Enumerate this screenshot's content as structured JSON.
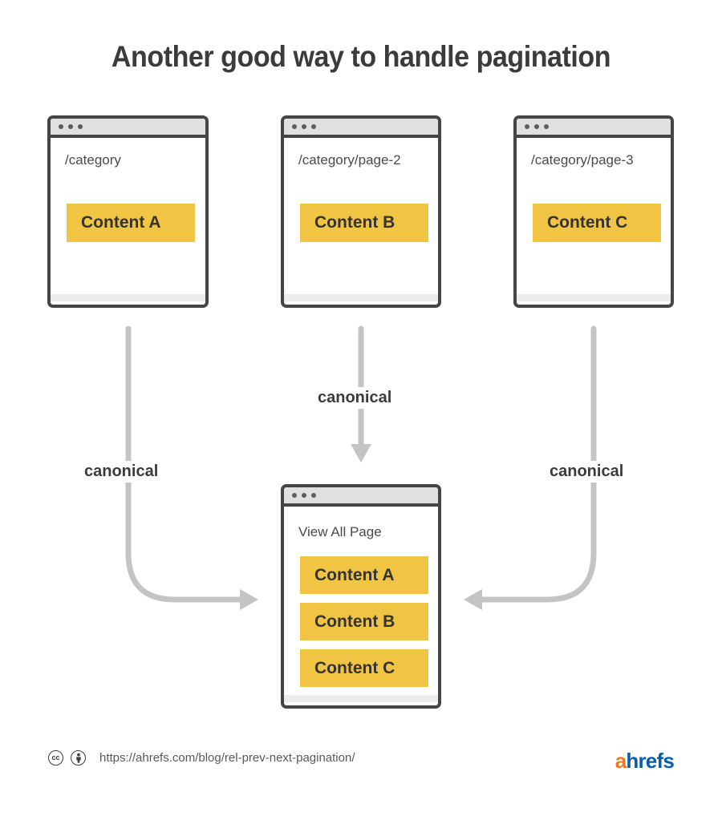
{
  "title": "Another good way to handle pagination",
  "colors": {
    "content_block": "#f1c443",
    "window_border": "#454545",
    "titlebar": "#e0e0e0",
    "arrow": "#c4c4c4",
    "brand_orange": "#f2761a",
    "brand_blue": "#0a5ea8"
  },
  "windows": [
    {
      "id": "win-a",
      "url": "/category",
      "blocks": [
        "Content A"
      ]
    },
    {
      "id": "win-b",
      "url": "/category/page-2",
      "blocks": [
        "Content B"
      ]
    },
    {
      "id": "win-c",
      "url": "/category/page-3",
      "blocks": [
        "Content C"
      ]
    }
  ],
  "view_all_window": {
    "id": "win-all",
    "url": "View All Page",
    "blocks": [
      "Content A",
      "Content B",
      "Content C"
    ]
  },
  "arrows": [
    {
      "id": "arrow-left",
      "label": "canonical",
      "direction": "down-then-right"
    },
    {
      "id": "arrow-middle",
      "label": "canonical",
      "direction": "down"
    },
    {
      "id": "arrow-right",
      "label": "canonical",
      "direction": "down-then-left"
    }
  ],
  "footer": {
    "license_icons": [
      "cc-icon",
      "cc-by-person-icon"
    ],
    "cc_text": "cc",
    "url": "https://ahrefs.com/blog/rel-prev-next-pagination/",
    "brand": {
      "first": "a",
      "rest": "hrefs"
    }
  }
}
